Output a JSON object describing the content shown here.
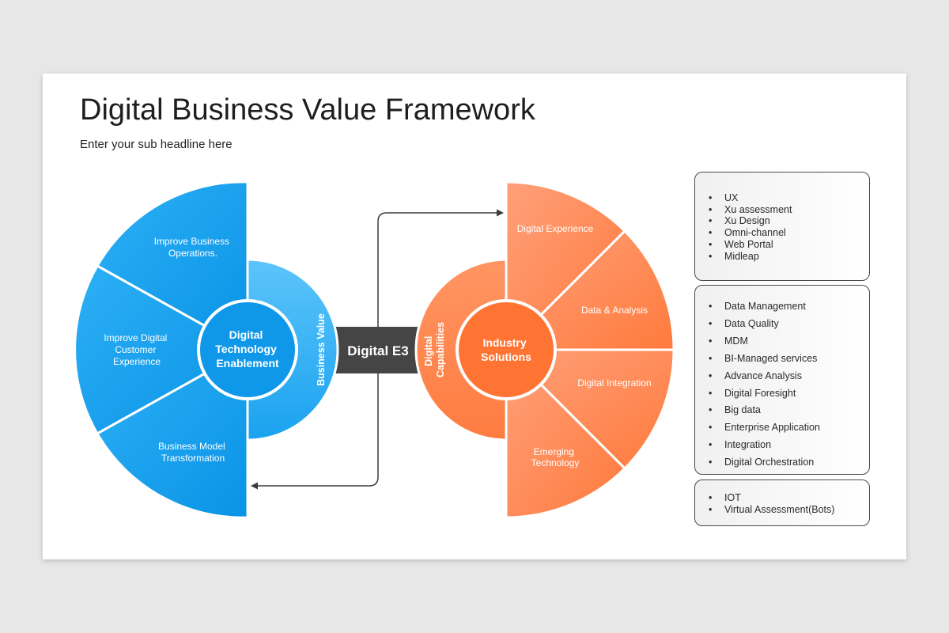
{
  "title": "Digital Business Value Framework",
  "subtitle": "Enter your sub headline here",
  "left_cluster": {
    "center_label": [
      "Digital",
      "Technology",
      "Enablement"
    ],
    "inner_ring_label": "Business Value",
    "segments": [
      {
        "lines": [
          "Improve Business",
          "Operations."
        ]
      },
      {
        "lines": [
          "Improve Digital",
          "Customer",
          "Experience"
        ]
      },
      {
        "lines": [
          "Business Model",
          "Transformation"
        ]
      }
    ],
    "colors": {
      "outer": "#1ba3f0",
      "inner": "#39b3f5",
      "hub": "#0f98ea"
    }
  },
  "connector": {
    "label": "Digital E3",
    "color": "#454545"
  },
  "right_cluster": {
    "center_label": [
      "Industry",
      "Solutions"
    ],
    "inner_ring_label": [
      "Digital",
      "Capabilities"
    ],
    "segments": [
      {
        "lines": [
          "Digital Experience"
        ]
      },
      {
        "lines": [
          "Data & Analysis"
        ]
      },
      {
        "lines": [
          "Digital Integration"
        ]
      },
      {
        "lines": [
          "Emerging",
          "Technology"
        ]
      }
    ],
    "colors": {
      "outer": "#ff8c5a",
      "inner": "#ff8a55",
      "hub": "#ff7433"
    }
  },
  "panels": [
    {
      "items": [
        "UX",
        "Xu assessment",
        "Xu Design",
        "Omni-channel",
        "Web Portal",
        "Midleap"
      ]
    },
    {
      "items": [
        "Data Management",
        "Data Quality",
        "MDM",
        "BI-Managed services",
        "Advance Analysis",
        "Digital Foresight",
        "Big data",
        "Enterprise Application",
        "Integration",
        "Digital Orchestration"
      ]
    },
    {
      "items": [
        "IOT",
        "Virtual Assessment(Bots)"
      ]
    }
  ]
}
